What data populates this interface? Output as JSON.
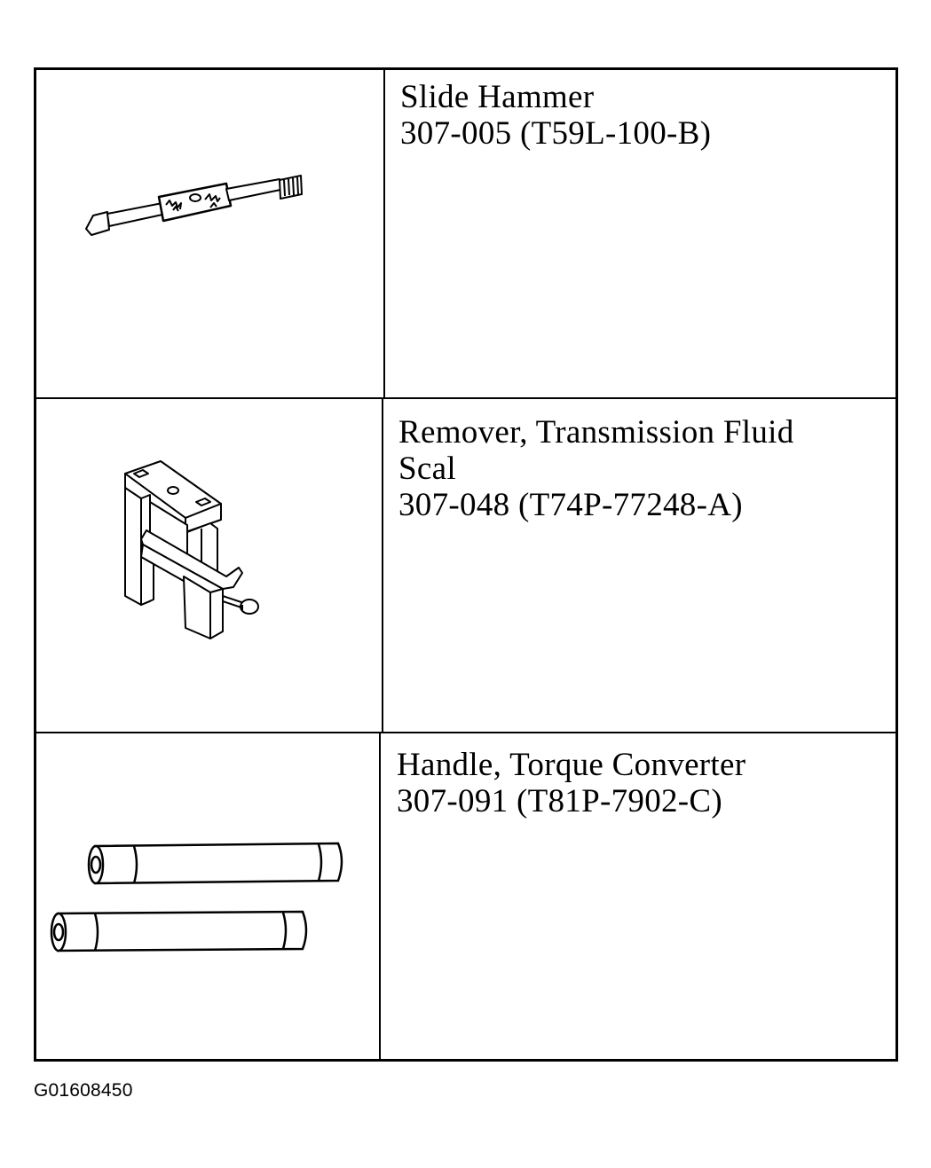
{
  "tools": [
    {
      "name_line_1": "Slide Hammer",
      "name_line_2": "",
      "part_number": "307-005 (T59L-100-B)",
      "illustration": "slide-hammer-illustration"
    },
    {
      "name_line_1": "Remover, Transmission Fluid",
      "name_line_2": "Scal",
      "part_number": "307-048 (T74P-77248-A)",
      "illustration": "fluid-seal-remover-illustration"
    },
    {
      "name_line_1": "Handle, Torque Converter",
      "name_line_2": "",
      "part_number": "307-091 (T81P-7902-C)",
      "illustration": "torque-converter-handles-illustration"
    }
  ],
  "figure_id": "G01608450"
}
